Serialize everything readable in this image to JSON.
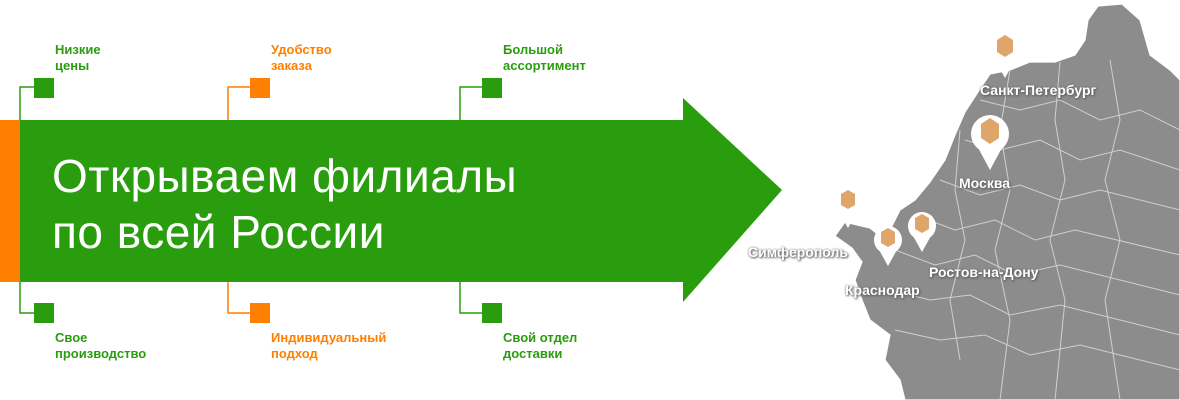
{
  "headline": {
    "line1": "Открываем филиалы",
    "line2": "по всей России"
  },
  "features": [
    {
      "line1": "Низкие",
      "line2": "цены",
      "color": "#2a9d0e"
    },
    {
      "line1": "Удобство",
      "line2": "заказа",
      "color": "#ff7f00"
    },
    {
      "line1": "Большой",
      "line2": "ассортимент",
      "color": "#2a9d0e"
    },
    {
      "line1": "Свое",
      "line2": "производство",
      "color": "#2a9d0e"
    },
    {
      "line1": "Индивидуальный",
      "line2": "подход",
      "color": "#ff7f00"
    },
    {
      "line1": "Свой отдел",
      "line2": "доставки",
      "color": "#2a9d0e"
    }
  ],
  "cities": [
    {
      "name": "Санкт-Петербург"
    },
    {
      "name": "Москва"
    },
    {
      "name": "Симферополь"
    },
    {
      "name": "Краснодар"
    },
    {
      "name": "Ростов-на-Дону"
    }
  ],
  "colors": {
    "green": "#2a9d0e",
    "orange": "#ff7f00",
    "map_gray": "#8c8c8c",
    "map_border": "#6e6e6e"
  },
  "icons": {
    "pin": "map-pin-icon",
    "box": "box-icon"
  }
}
